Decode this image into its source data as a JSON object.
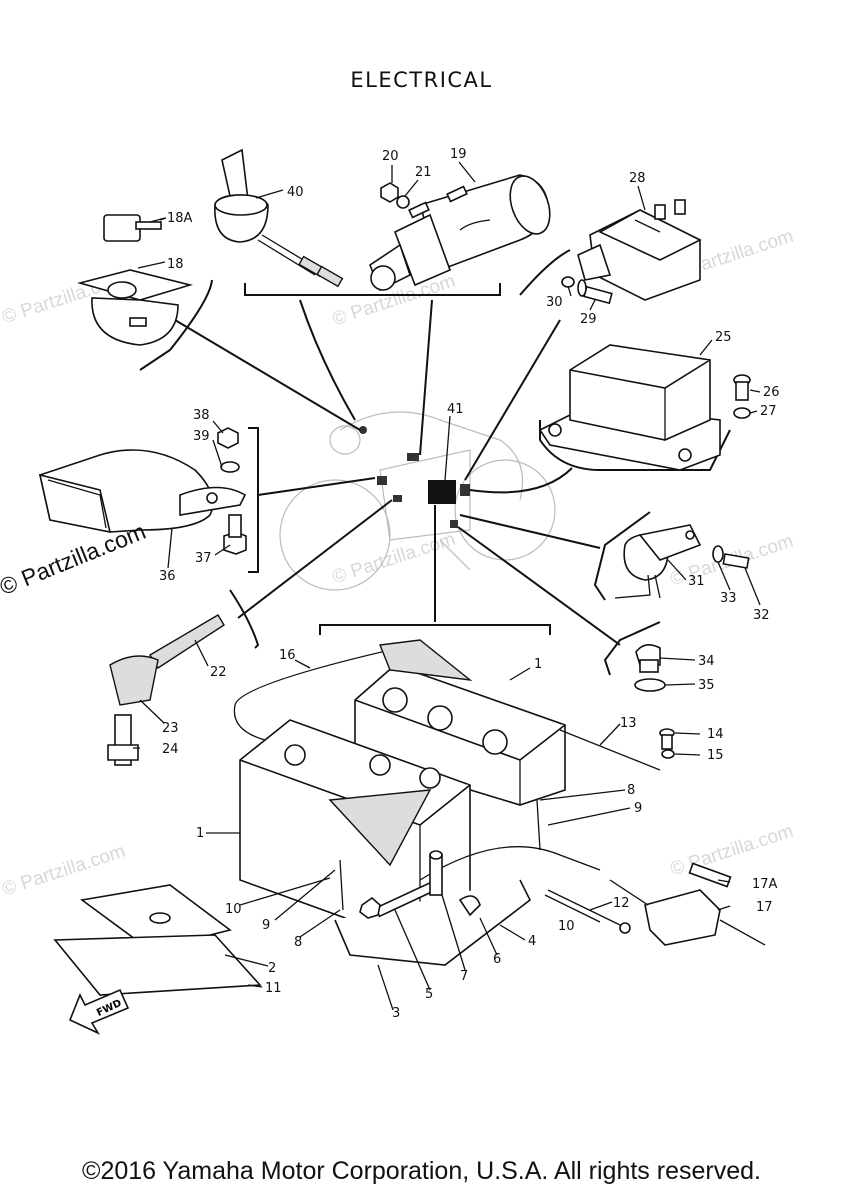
{
  "title": "ELECTRICAL",
  "copyright": "©2016 Yamaha Motor Corporation, U.S.A. All rights reserved.",
  "watermark": "© Partzilla.com",
  "watermark_faint": "© Partzilla.com",
  "fwd_label": "FWD",
  "callouts": {
    "c1a": "1",
    "c1b": "1",
    "c2": "2",
    "c3": "3",
    "c4": "4",
    "c5": "5",
    "c6": "6",
    "c7": "7",
    "c8a": "8",
    "c8b": "8",
    "c9a": "9",
    "c9b": "9",
    "c10a": "10",
    "c10b": "10",
    "c11": "11",
    "c12": "12",
    "c13": "13",
    "c14": "14",
    "c15": "15",
    "c16": "16",
    "c17": "17",
    "c17a": "17A",
    "c18": "18",
    "c18a": "18A",
    "c19": "19",
    "c20": "20",
    "c21": "21",
    "c22": "22",
    "c23": "23",
    "c24": "24",
    "c25": "25",
    "c26": "26",
    "c27": "27",
    "c28": "28",
    "c29": "29",
    "c30": "30",
    "c31": "31",
    "c32": "32",
    "c33": "33",
    "c34": "34",
    "c35": "35",
    "c36": "36",
    "c37": "37",
    "c38": "38",
    "c39": "39",
    "c40": "40",
    "c41": "41"
  }
}
